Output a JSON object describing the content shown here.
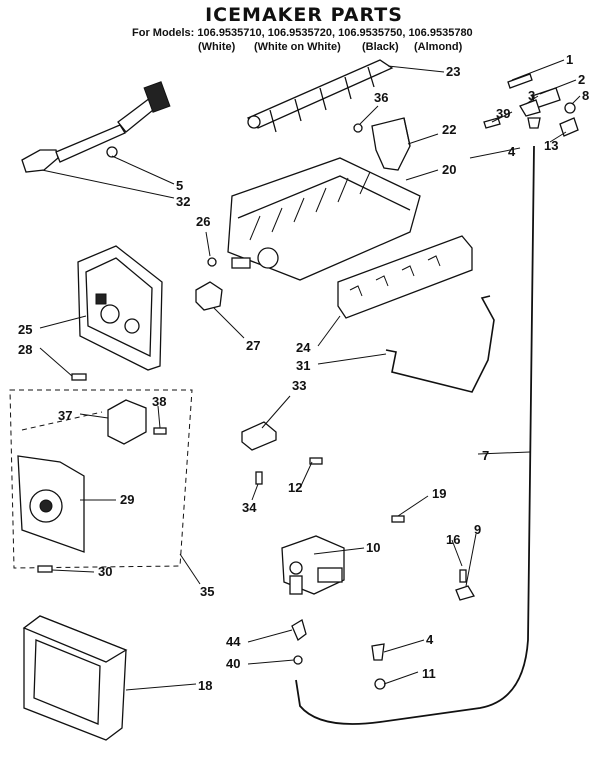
{
  "header": {
    "title": "ICEMAKER PARTS",
    "models_prefix": "For Models:",
    "models": "106.9535710, 106.9535720, 106.9535750, 106.9535780",
    "variants": [
      "(White)",
      "(White on White)",
      "(Black)",
      "(Almond)"
    ]
  },
  "callouts": [
    "1",
    "2",
    "3",
    "8",
    "39",
    "13",
    "4",
    "23",
    "36",
    "22",
    "20",
    "5",
    "32",
    "26",
    "27",
    "24",
    "31",
    "25",
    "28",
    "33",
    "37",
    "38",
    "7",
    "29",
    "12",
    "34",
    "19",
    "10",
    "9",
    "16",
    "30",
    "35",
    "4",
    "44",
    "40",
    "11",
    "18"
  ],
  "colors": {
    "ink": "#111111",
    "paper": "#ffffff"
  }
}
